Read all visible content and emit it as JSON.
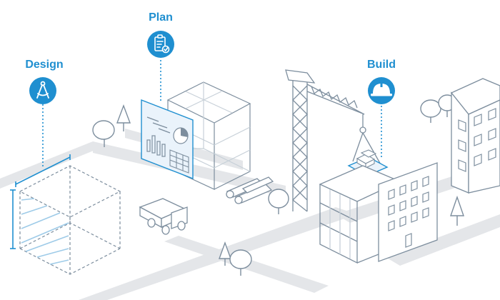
{
  "stages": [
    {
      "id": "design",
      "label": "Design",
      "icon": "drafting-compass-icon"
    },
    {
      "id": "plan",
      "label": "Plan",
      "icon": "clipboard-checklist-icon"
    },
    {
      "id": "build",
      "label": "Build",
      "icon": "hard-hat-icon"
    }
  ],
  "colors": {
    "accent": "#1f8fd0",
    "line": "#7d8e9e",
    "road": "#e4e6e9",
    "panel": "#eaf3fb",
    "white": "#ffffff"
  }
}
